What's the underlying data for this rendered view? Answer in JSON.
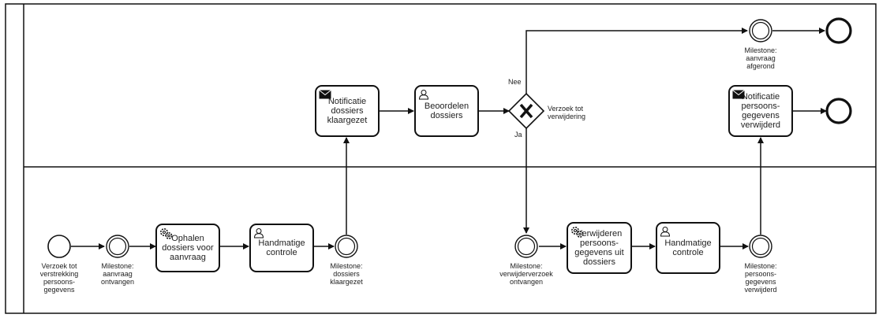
{
  "start_event_label": "Verzoek tot\nverstrekking\npersoons-\ngegevens",
  "milestones": {
    "m1": "Milestone:\naanvraag\nontvangen",
    "m2": "Milestone:\ndossiers\nklaargezet",
    "m3": "Milestone:\nverwijderverzoek\nontvangen",
    "m4": "Milestone:\npersoons-\ngegevens\nverwijderd",
    "m5": "Milestone:\naanvraag\nafgerond"
  },
  "tasks": {
    "ophalen": {
      "label": "Ophalen\ndossiers voor\naanvraag",
      "icon": "gear-icon"
    },
    "controle1": {
      "label": "Handmatige\ncontrole",
      "icon": "user-icon"
    },
    "notificatie1": {
      "label": "Notificatie\ndossiers\nklaargezet",
      "icon": "envelope-icon"
    },
    "beoordelen": {
      "label": "Beoordelen\ndossiers",
      "icon": "user-icon"
    },
    "verwijderen": {
      "label": "Verwijderen\npersoons-\ngegevens uit\ndossiers",
      "icon": "gear-icon"
    },
    "controle2": {
      "label": "Handmatige\ncontrole",
      "icon": "user-icon"
    },
    "notificatie2": {
      "label": "Notificatie\npersoons-\ngegevens\nverwijderd",
      "icon": "envelope-icon"
    }
  },
  "gateway": {
    "label": "Verzoek tot\nverwijdering",
    "nee": "Nee",
    "ja": "Ja"
  }
}
